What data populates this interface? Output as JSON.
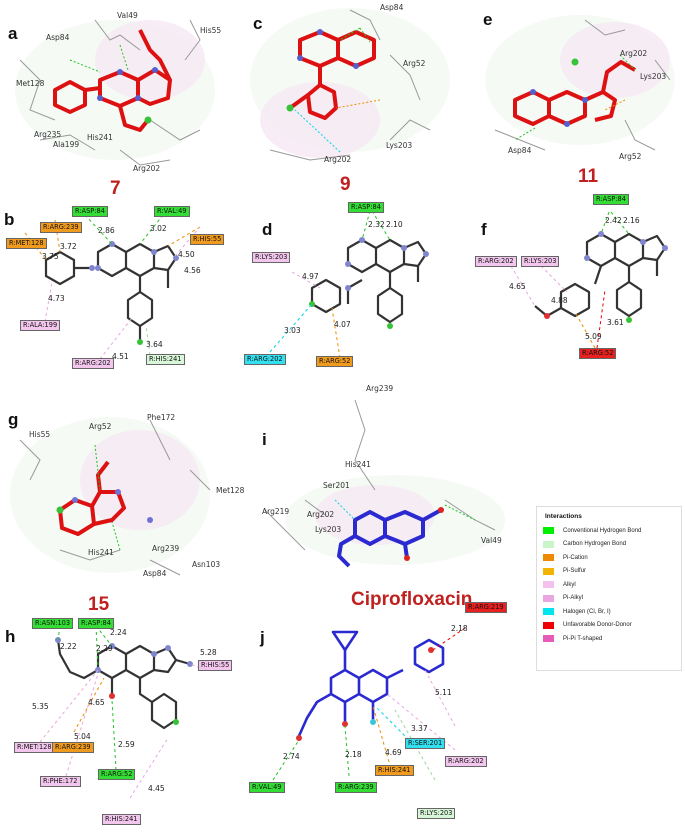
{
  "panel_labels": {
    "a": "a",
    "b": "b",
    "c": "c",
    "d": "d",
    "e": "e",
    "f": "f",
    "g": "g",
    "h": "h",
    "i": "i",
    "j": "j"
  },
  "compounds": {
    "a": "7",
    "c": "9",
    "e": "11",
    "g": "15",
    "i": "Ciprofloxacin"
  },
  "panel_a": {
    "residues": [
      "Asp84",
      "Val49",
      "His55",
      "Met128",
      "Arg235",
      "Ala199",
      "His241",
      "Arg202"
    ]
  },
  "panel_c": {
    "residues": [
      "Asp84",
      "Arg52",
      "Lys203",
      "Arg202"
    ]
  },
  "panel_e": {
    "residues": [
      "Arg202",
      "Lys203",
      "Asp84",
      "Arg52"
    ]
  },
  "panel_g": {
    "residues": [
      "His55",
      "Arg52",
      "Phe172",
      "Met128",
      "His241",
      "Arg239",
      "Asp84",
      "Asn103"
    ]
  },
  "panel_i": {
    "residues": [
      "Arg239",
      "His241",
      "Ser201",
      "Arg219",
      "Arg202",
      "Lys203",
      "Val49"
    ]
  },
  "panel_b": {
    "tags": [
      "R:ASP:84",
      "R:VAL:49",
      "R:ARG:239",
      "R:MET:128",
      "R:HIS:55",
      "R:ALA:199",
      "R:HIS:241",
      "R:ARG:202"
    ],
    "distances": [
      "2.86",
      "3.02",
      "3.72",
      "3.75",
      "4.50",
      "4.56",
      "4.73",
      "4.51",
      "3.64"
    ]
  },
  "panel_d": {
    "tags": [
      "R:ASP:84",
      "R:LYS:203",
      "R:ARG:202",
      "R:ARG:52"
    ],
    "distances": [
      "2.32",
      "2.10",
      "4.97",
      "4.07",
      "3.03"
    ]
  },
  "panel_f": {
    "tags": [
      "R:ASP:84",
      "R:ARG:202",
      "R:LYS:203",
      "R:ARG:52"
    ],
    "distances": [
      "2.42",
      "2.16",
      "4.65",
      "4.88",
      "5.09",
      "3.61"
    ]
  },
  "panel_h": {
    "tags": [
      "R:ASN:103",
      "R:ASP:84",
      "R:HIS:55",
      "R:MET:128",
      "R:ARG:239",
      "R:ARG:52",
      "R:PHE:172",
      "R:HIS:241"
    ],
    "distances": [
      "2.22",
      "2.24",
      "2.29",
      "5.35",
      "4.65",
      "5.04",
      "2.59",
      "5.28",
      "4.45"
    ]
  },
  "panel_j": {
    "tags": [
      "R:ARG:219",
      "R:SER:201",
      "R:HIS:241",
      "R:ARG:202",
      "R:VAL:49",
      "R:ARG:239",
      "R:LYS:203"
    ],
    "distances": [
      "2.18",
      "5.11",
      "3.37",
      "4.69",
      "2.74",
      "2.18"
    ]
  },
  "legend": {
    "title": "Interactions",
    "items": [
      {
        "label": "Conventional Hydrogen Bond",
        "color": "#00ee00"
      },
      {
        "label": "Carbon Hydrogen Bond",
        "color": "#c9f5c9"
      },
      {
        "label": "Pi-Cation",
        "color": "#ef8a00"
      },
      {
        "label": "Pi-Sulfur",
        "color": "#f2b400"
      },
      {
        "label": "Alkyl",
        "color": "#f4c0ee"
      },
      {
        "label": "Pi-Alkyl",
        "color": "#e9a6e0"
      },
      {
        "label": "Halogen (Cl, Br, I)",
        "color": "#00e5ee"
      },
      {
        "label": "Unfavorable Donor-Donor",
        "color": "#ee0000"
      },
      {
        "label": "Pi-Pi T-shaped",
        "color": "#e85ab8"
      }
    ]
  },
  "tag_colors": {
    "hbond": "#33dd33",
    "cation": "#f09a1e",
    "alkyl": "#f3c6ee",
    "chbond": "#d8f7d8",
    "halogen": "#33e0f0",
    "unfav": "#e82020"
  }
}
